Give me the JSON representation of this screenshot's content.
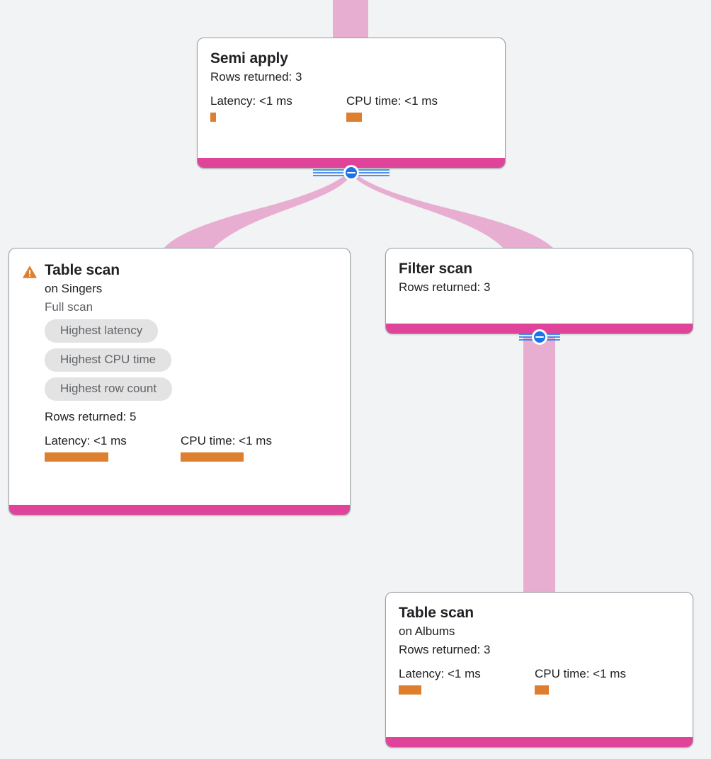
{
  "canvas": {
    "background_color": "#f1f3f4",
    "edge_color": "#e8aed1",
    "node_accent_color": "#e0439a",
    "metric_bar_color": "#dd7f2e",
    "toggle_color": "#1a73e8",
    "warning_color": "#dd7f2e",
    "chip_background_color": "#e3e3e3"
  },
  "nodes": {
    "semi_apply": {
      "title": "Semi apply",
      "rows_returned": "Rows returned: 3",
      "latency_label": "Latency: <1 ms",
      "cpu_label": "CPU time: <1 ms",
      "latency_bar_width": 8,
      "cpu_bar_width": 22
    },
    "table_scan_singers": {
      "title": "Table scan",
      "warning_icon": "warning-triangle-icon",
      "subtitle": "on Singers",
      "scan_type": "Full scan",
      "chips": [
        "Highest latency",
        "Highest CPU time",
        "Highest row count"
      ],
      "rows_returned": "Rows returned: 5",
      "latency_label": "Latency: <1 ms",
      "cpu_label": "CPU time: <1 ms",
      "latency_bar_width": 90,
      "cpu_bar_width": 89
    },
    "filter_scan": {
      "title": "Filter scan",
      "rows_returned": "Rows returned: 3"
    },
    "table_scan_albums": {
      "title": "Table scan",
      "subtitle": "on Albums",
      "rows_returned": "Rows returned: 3",
      "latency_label": "Latency: <1 ms",
      "cpu_label": "CPU time: <1 ms",
      "latency_bar_width": 32,
      "cpu_bar_width": 20
    }
  },
  "toggles": {
    "semi_apply_collapse": "collapse-minus-icon",
    "filter_scan_collapse": "collapse-minus-icon"
  }
}
